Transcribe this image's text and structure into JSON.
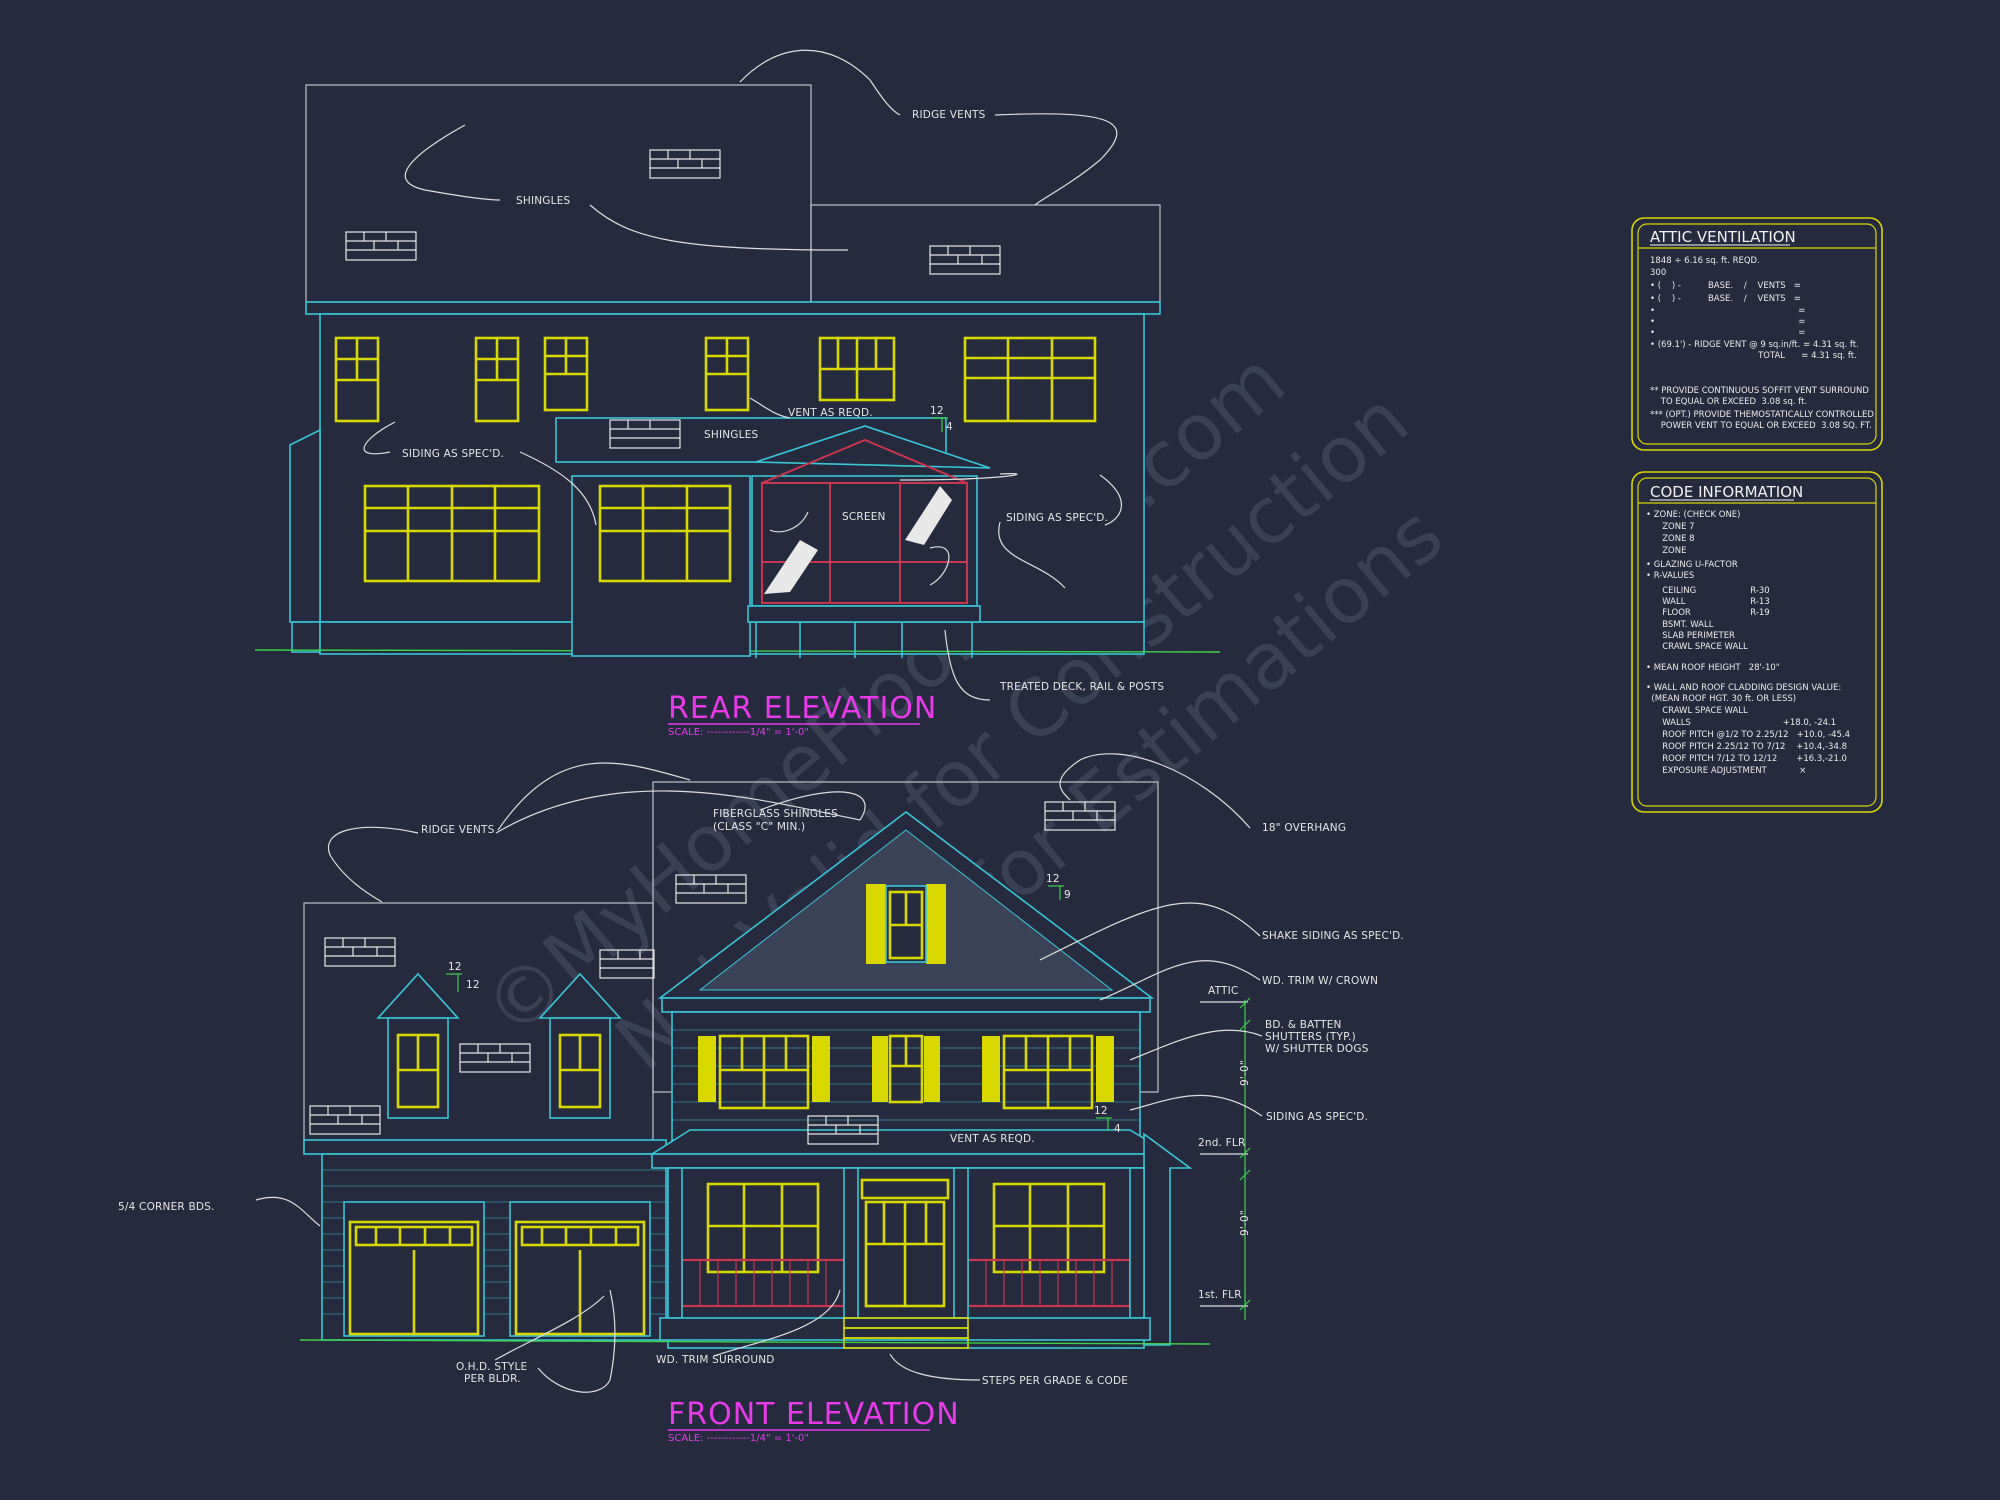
{
  "watermark": {
    "line1": "©MyHomeFloorPlans.com",
    "line2": "Not Valid for Construction",
    "line3": "Made for Estimations"
  },
  "rear_elevation": {
    "title": "REAR ELEVATION",
    "scale": "SCALE: ------------1/4\" = 1'-0\"",
    "notes": {
      "ridge_vents": "RIDGE VENTS",
      "shingles": "SHINGLES",
      "shingles_2": "SHINGLES",
      "vent": "VENT AS REQD.",
      "siding_left": "SIDING AS SPEC'D.",
      "siding_right": "SIDING AS SPEC'D.",
      "screen": "SCREEN",
      "deck": "TREATED DECK, RAIL & POSTS",
      "pitch_rise": "12",
      "pitch_run": "4"
    }
  },
  "front_elevation": {
    "title": "FRONT ELEVATION",
    "scale": "SCALE: ------------1/4\" = 1'-0\"",
    "notes": {
      "ridge_vents": "RIDGE VENTS",
      "fiberglass_1": "FIBERGLASS SHINGLES",
      "fiberglass_2": "(CLASS \"C\" MIN.)",
      "overhang": "18\" OVERHANG",
      "shake": "SHAKE SIDING AS SPEC'D.",
      "trim_crown": "WD. TRIM W/ CROWN",
      "batten_1": "BD. & BATTEN",
      "batten_2": "SHUTTERS (TYP.)",
      "batten_3": "W/ SHUTTER DOGS",
      "siding": "SIDING AS SPEC'D.",
      "vent": "VENT AS REQD.",
      "corner": "5/4 CORNER BDS.",
      "ohd_1": "O.H.D. STYLE",
      "ohd_2": "PER BLDR.",
      "trim_surround": "WD. TRIM SURROUND",
      "steps": "STEPS PER GRADE & CODE",
      "attic": "ATTIC",
      "second_flr": "2nd. FLR",
      "first_flr": "1st. FLR",
      "dim_upper": "9'-0\"",
      "dim_lower": "9'-0\"",
      "pitch_a_rise": "12",
      "pitch_a_run": "12",
      "pitch_b_rise": "12",
      "pitch_b_run": "9",
      "pitch_c_rise": "12",
      "pitch_c_run": "4"
    }
  },
  "attic_panel": {
    "title": "ATTIC VENTILATION",
    "lines": [
      "1848 ÷ 6.16 sq. ft. REQD.",
      "300",
      "• (    ) -          BASE.    /    VENTS   =",
      "• (    ) -          BASE.    /    VENTS   =",
      "•                                                     =",
      "•                                                     =",
      "•                                                     =",
      "• (69.1') - RIDGE VENT @ 9 sq.in/ft. = 4.31 sq. ft.",
      "                                        TOTAL      = 4.31 sq. ft.",
      "",
      "** PROVIDE CONTINUOUS SOFFIT VENT SURROUND",
      "    TO EQUAL OR EXCEED  3.08 sq. ft.",
      "*** (OPT.) PROVIDE THEMOSTATICALLY CONTROLLED",
      "    POWER VENT TO EQUAL OR EXCEED  3.08 SQ. FT."
    ]
  },
  "code_panel": {
    "title": "CODE INFORMATION",
    "lines": [
      "• ZONE: (CHECK ONE)",
      "      ZONE 7",
      "      ZONE 8",
      "      ZONE",
      "• GLAZING U-FACTOR",
      "• R-VALUES",
      "      CEILING                    R-30",
      "      WALL                        R-13",
      "      FLOOR                      R-19",
      "      BSMT. WALL",
      "      SLAB PERIMETER",
      "      CRAWL SPACE WALL",
      "",
      "• MEAN ROOF HEIGHT   28'-10\"",
      "",
      "• WALL AND ROOF CLADDING DESIGN VALUE:",
      "  (MEAN ROOF HGT. 30 ft. OR LESS)",
      "      CRAWL SPACE WALL",
      "      WALLS                                  +18.0, -24.1",
      "      ROOF PITCH @1/2 TO 2.25/12   +10.0, -45.4",
      "      ROOF PITCH 2.25/12 TO 7/12    +10.4,-34.8",
      "      ROOF PITCH 7/12 TO 12/12       +16.3,-21.0",
      "      EXPOSURE ADJUSTMENT            ×"
    ]
  }
}
